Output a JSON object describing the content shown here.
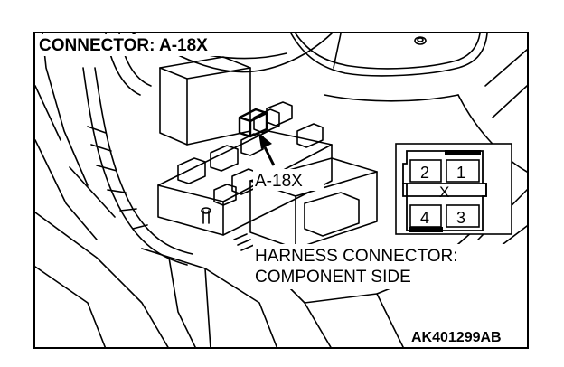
{
  "figure": {
    "title": "CONNECTOR: A-18X",
    "pointer_label": "A-18X",
    "harness_note_line1": "HARNESS CONNECTOR:",
    "harness_note_line2": "COMPONENT SIDE",
    "figure_id": "AK401299AB"
  },
  "connector_face": {
    "mark": "X",
    "pins": [
      {
        "label": "2"
      },
      {
        "label": "1"
      },
      {
        "label": "4"
      },
      {
        "label": "3"
      }
    ]
  },
  "colors": {
    "line": "#000000",
    "background": "#ffffff"
  }
}
